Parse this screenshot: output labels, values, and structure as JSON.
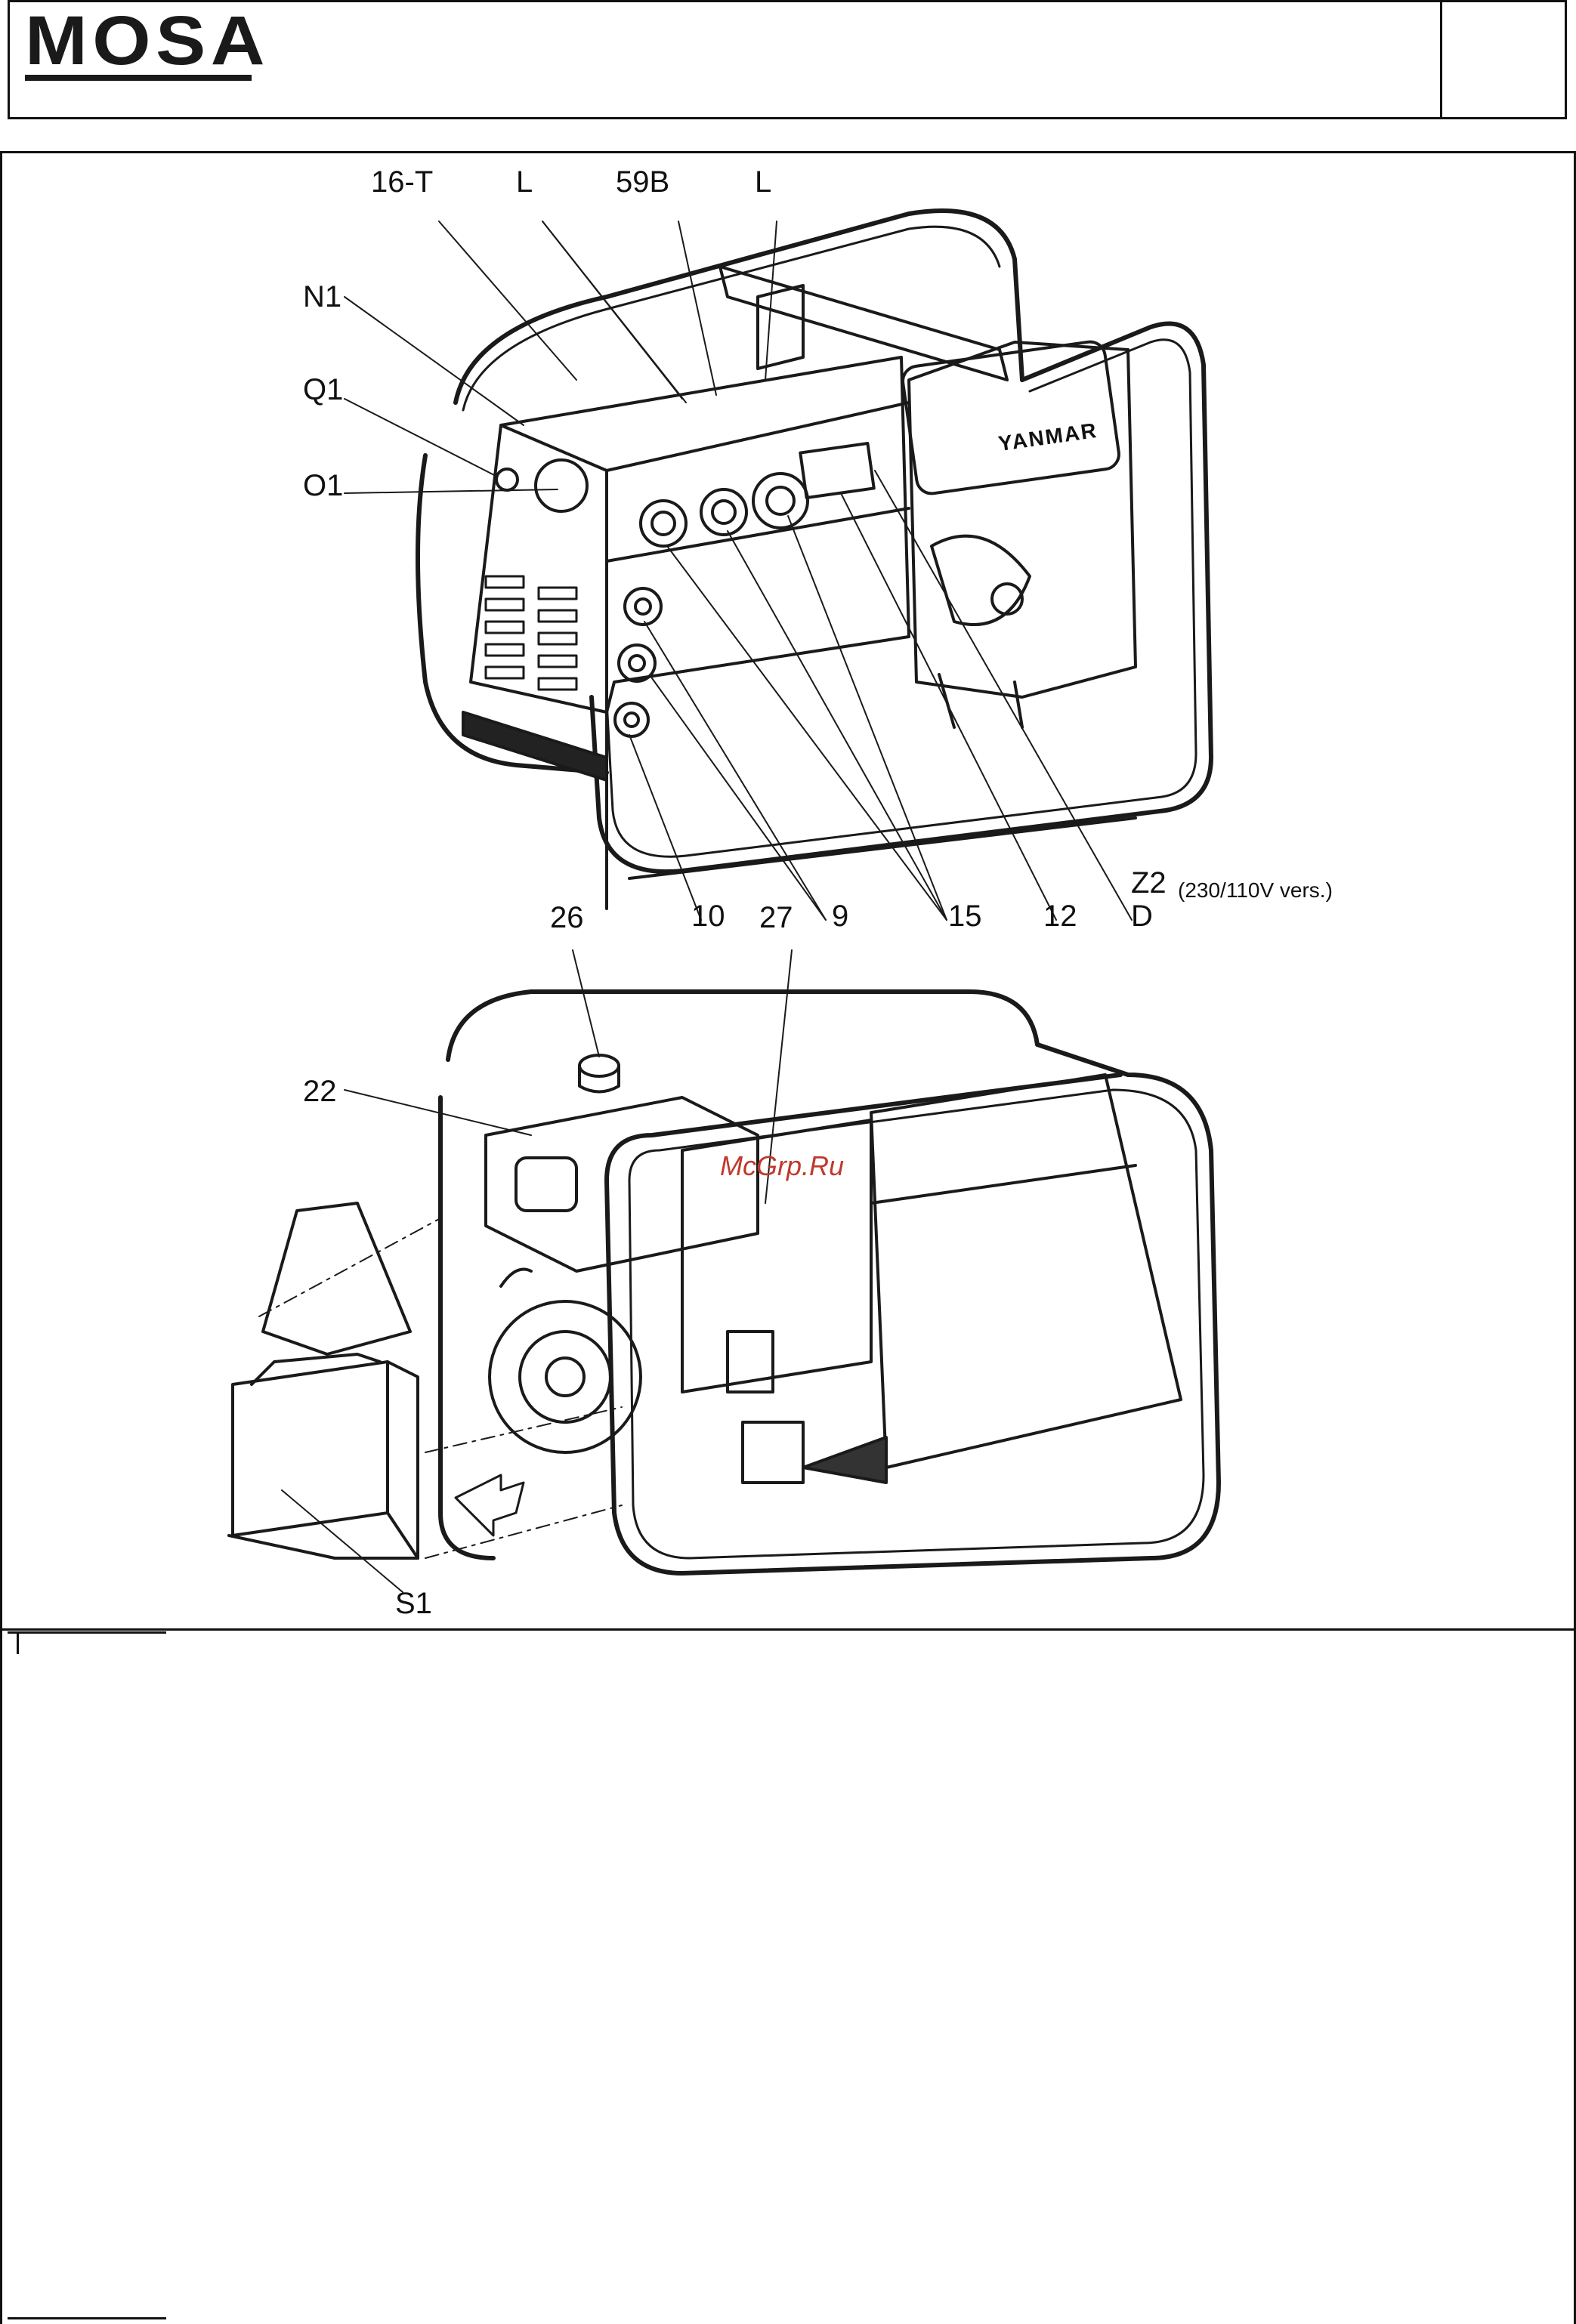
{
  "header": {
    "logo_text": "MOSA"
  },
  "figure": {
    "callouts": {
      "c_16T": "16-T",
      "c_L1": "L",
      "c_59B": "59B",
      "c_L2": "L",
      "c_N1": "N1",
      "c_Q1": "Q1",
      "c_O1": "O1",
      "c_10": "10",
      "c_9": "9",
      "c_15": "15",
      "c_12": "12",
      "c_D": "D",
      "c_Z2": "Z2",
      "c_Z2_note": "(230/110V vers.)",
      "c_26": "26",
      "c_27": "27",
      "c_22": "22",
      "c_S1": "S1"
    },
    "engine_brand": "YANMAR",
    "watermark": "McGrp.Ru"
  }
}
